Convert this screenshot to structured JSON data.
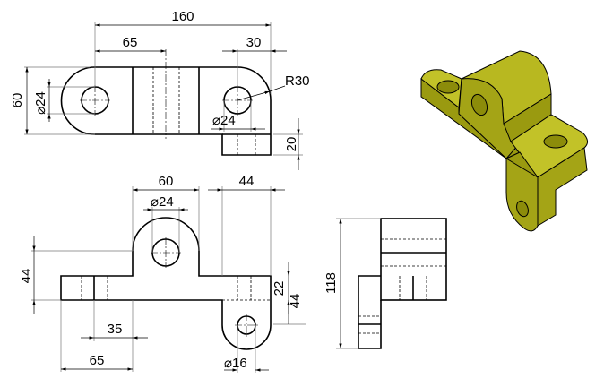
{
  "top_view": {
    "dim_overall_length": "160",
    "dim_hole_to_center": "65",
    "dim_right_offset": "30",
    "dim_radius": "R30",
    "dim_width": "60",
    "dim_left_hole_dia": "⌀24",
    "dim_right_hole_dia": "⌀24",
    "dim_tab_height": "20"
  },
  "front_view": {
    "dim_boss_width": "60",
    "dim_boss_hole_dia": "⌀24",
    "dim_tab_width": "44",
    "dim_boss_height": "44",
    "dim_base_thickness": "22",
    "dim_tab_drop": "44",
    "dim_slot_offset": "35",
    "dim_left_length": "65",
    "dim_tab_hole_dia": "⌀16"
  },
  "side_view": {
    "dim_overall_height": "118"
  },
  "colors": {
    "model_light": "#c8c832",
    "model_mid": "#aaaa14",
    "model_dark": "#8c8c0a"
  }
}
